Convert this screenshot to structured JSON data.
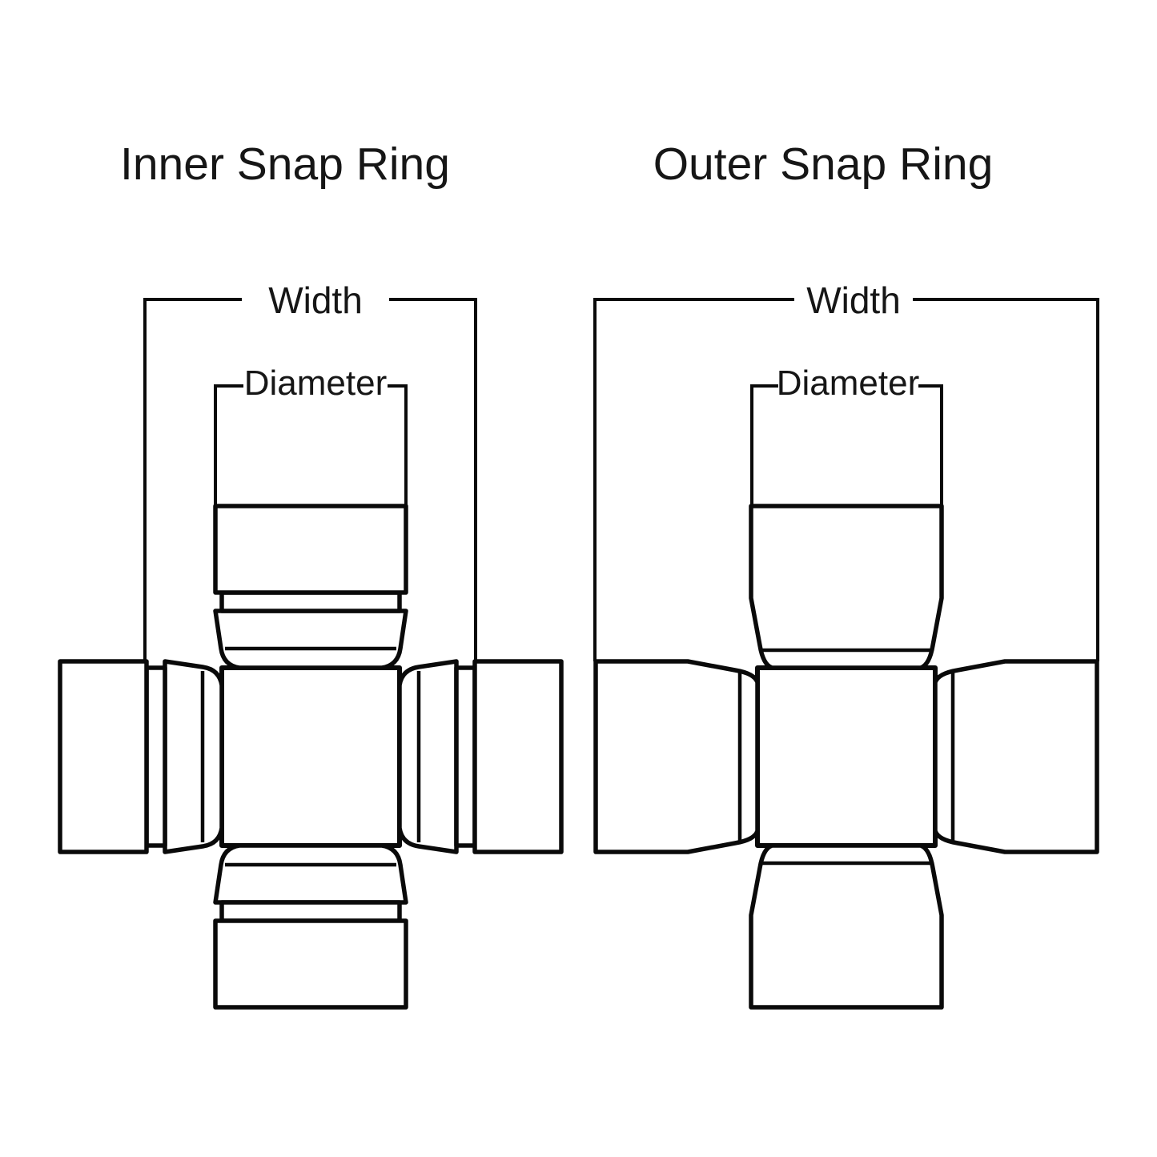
{
  "colors": {
    "line": "#0a0a0a",
    "text": "#161616",
    "background": "#ffffff"
  },
  "diagrams": [
    {
      "id": "inner",
      "title": "Inner Snap Ring",
      "labels": {
        "width": "Width",
        "diameter": "Diameter"
      }
    },
    {
      "id": "outer",
      "title": "Outer Snap Ring",
      "labels": {
        "width": "Width",
        "diameter": "Diameter"
      }
    }
  ]
}
